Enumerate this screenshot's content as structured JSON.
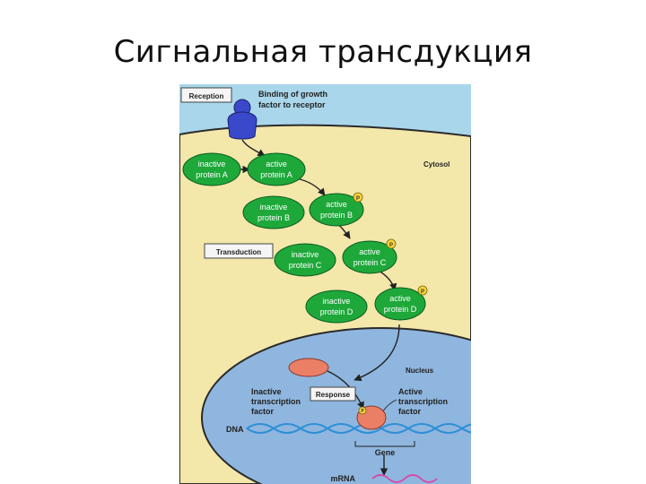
{
  "slide": {
    "title": "Сигнальная трансдукция"
  },
  "diagram": {
    "labels": {
      "reception": "Reception",
      "binding_line1": "Binding of growth",
      "binding_line2": "factor to receptor",
      "cytosol": "Cytosol",
      "transduction": "Transduction",
      "nucleus": "Nucleus",
      "response": "Response",
      "inactive_tf_line1": "Inactive",
      "inactive_tf_line2": "transcription",
      "inactive_tf_line3": "factor",
      "active_tf_line1": "Active",
      "active_tf_line2": "transcription",
      "active_tf_line3": "factor",
      "dna": "DNA",
      "gene": "Gene",
      "mrna": "mRNA"
    },
    "proteins": [
      {
        "state": "inactive",
        "name": "protein A",
        "word": "inactive"
      },
      {
        "state": "active",
        "name": "protein A",
        "word": "active"
      },
      {
        "state": "inactive",
        "name": "protein B",
        "word": "inactive"
      },
      {
        "state": "active",
        "name": "protein B",
        "word": "active"
      },
      {
        "state": "inactive",
        "name": "protein C",
        "word": "inactive"
      },
      {
        "state": "active",
        "name": "protein C",
        "word": "active"
      },
      {
        "state": "inactive",
        "name": "protein D",
        "word": "inactive"
      },
      {
        "state": "active",
        "name": "protein D",
        "word": "active"
      }
    ],
    "colors": {
      "extracellular": "#a9d6ea",
      "cytosol": "#f3e7aa",
      "nucleus": "#8fb6de",
      "protein_green": "#1ea83a",
      "receptor_blue": "#3949c9",
      "tf_salmon": "#ea7f66",
      "dna_blue": "#2e8fd6",
      "mrna_magenta": "#d64aa8",
      "phosphate": "#f6d63c"
    },
    "phosphate_symbol": "P"
  }
}
